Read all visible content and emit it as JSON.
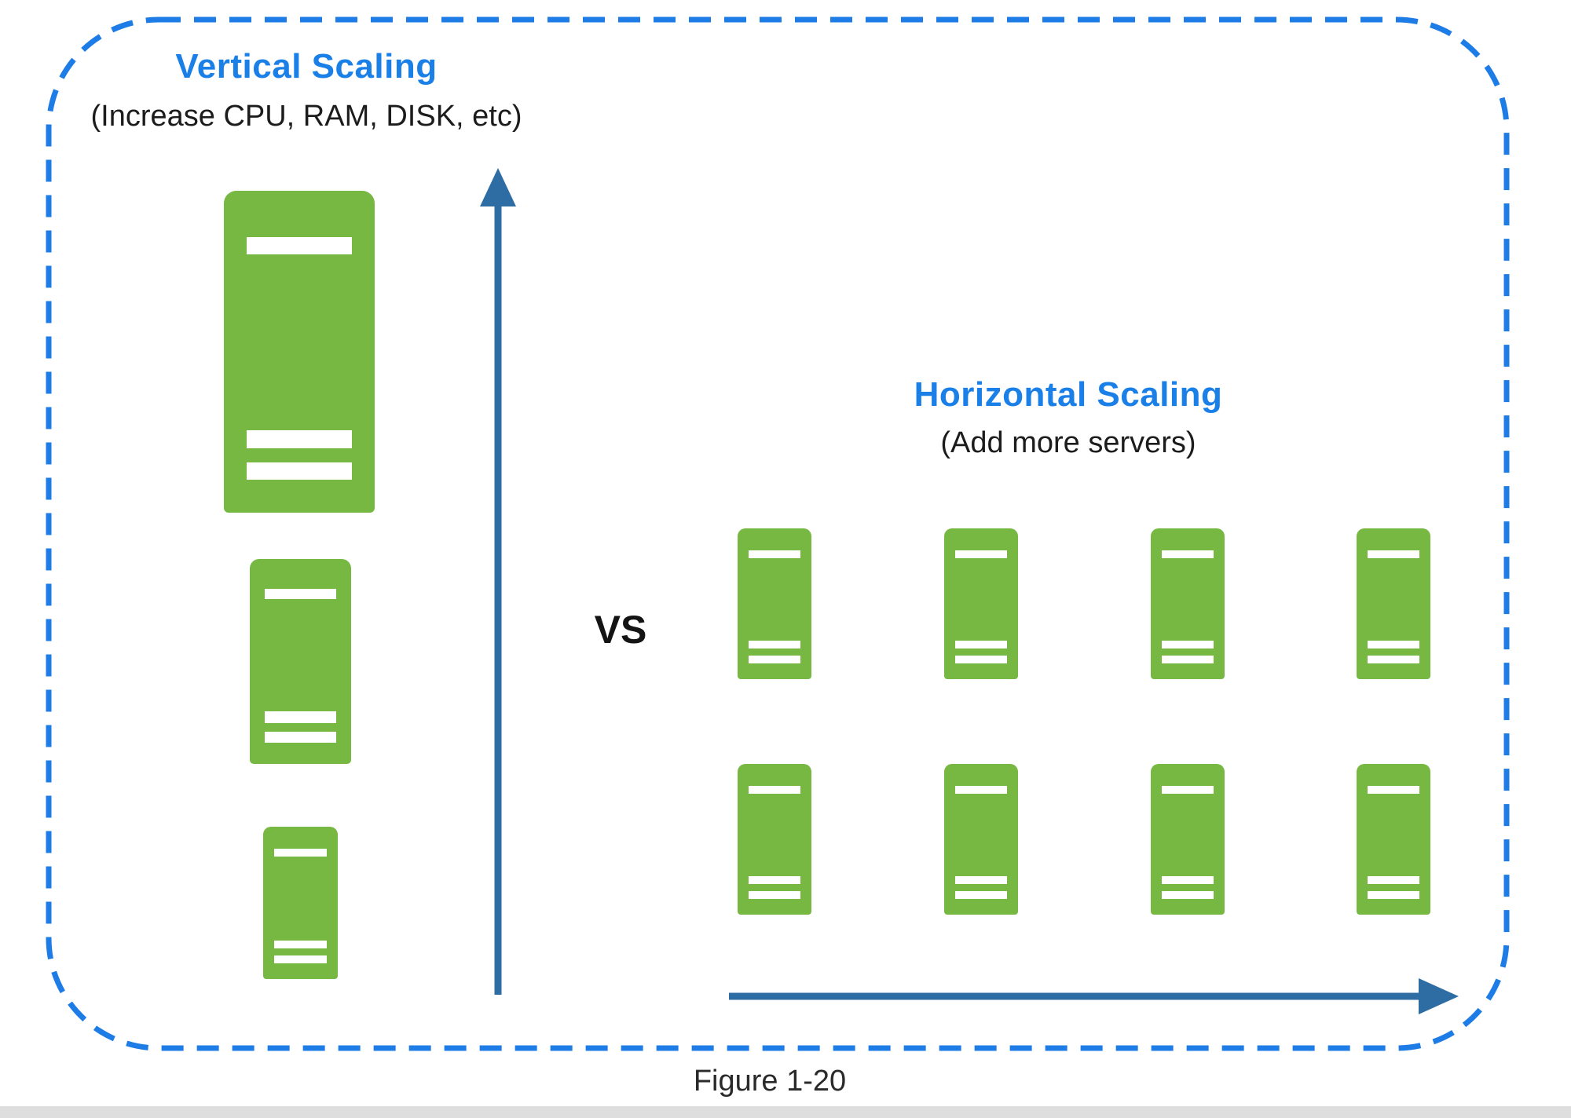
{
  "diagram": {
    "vertical": {
      "title": "Vertical Scaling",
      "subtitle": "(Increase CPU, RAM, DISK, etc)",
      "server_sizes": [
        "large",
        "medium",
        "small"
      ]
    },
    "vs_label": "VS",
    "horizontal": {
      "title": "Horizontal Scaling",
      "subtitle": "(Add more servers)",
      "server_grid": {
        "rows": 2,
        "columns": 4
      }
    },
    "caption": "Figure 1-20"
  },
  "colors": {
    "title_blue": "#1a80e8",
    "border_dash_blue": "#1e7ce6",
    "arrow_blue": "#2e6da4",
    "server_green": "#77b843",
    "stripe_white": "#ffffff",
    "text_dark": "#1c1c1c"
  },
  "icons": {
    "server": "server-icon",
    "vertical_arrow": "arrow-up-icon",
    "horizontal_arrow": "arrow-right-icon",
    "border": "dashed-rounded-border"
  }
}
